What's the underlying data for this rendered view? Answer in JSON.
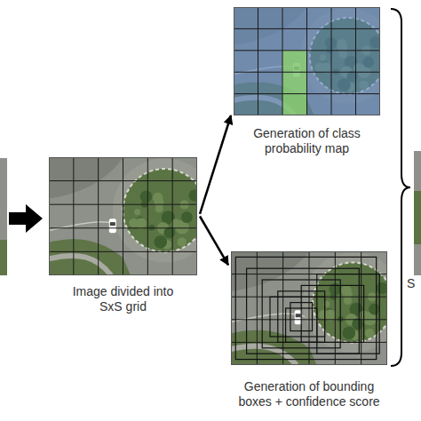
{
  "diagram": {
    "nodes": [
      {
        "text": [
          "Image divided into SxS grid"
        ]
      },
      {
        "text": [
          "Generation of class probability map"
        ]
      },
      {
        "text": [
          "Generation of bounding boxes + confidence score"
        ]
      }
    ],
    "edges": [
      {
        "from": 0,
        "to": 1,
        "arrow": "to"
      },
      {
        "from": 0,
        "to": 2,
        "arrow": "to"
      }
    ],
    "labels": [
      "S"
    ]
  }
}
